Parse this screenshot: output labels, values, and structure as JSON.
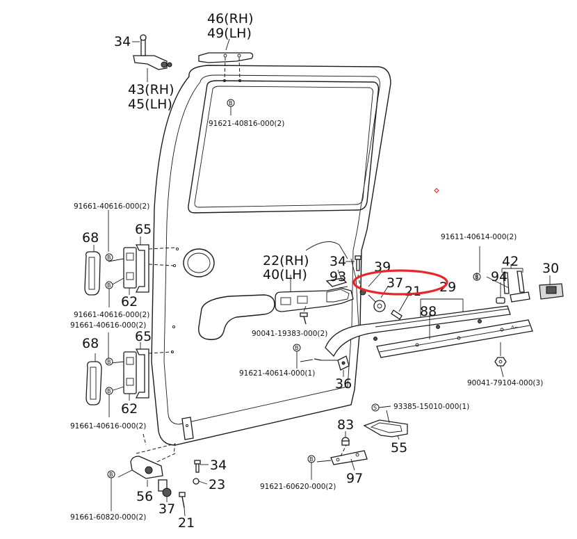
{
  "labels": {
    "l46": "46(RH)",
    "l49": "49(LH)",
    "l34a": "34",
    "l43": "43(RH)",
    "l45": "45(LH)",
    "pn_91621_40816": "91621-40816-000(2)",
    "pn_91661_40616_a": "91661-40616-000(2)",
    "l68a": "68",
    "l65a": "65",
    "l62a": "62",
    "pn_91661_40616_b": "91661-40616-000(2)",
    "pn_91661_40616_c": "91661-40616-000(2)",
    "l68b": "68",
    "l65b": "65",
    "l62b": "62",
    "pn_91661_40616_d": "91661-40616-000(2)",
    "l22": "22(RH)",
    "l40": "40(LH)",
    "l34b": "34",
    "l93": "93",
    "l39": "39",
    "l37a": "37",
    "l21a": "21",
    "l29": "29",
    "pn_90041_19383": "90041-19383-000(2)",
    "pn_91621_40614": "91621-40614-000(1)",
    "l36": "36",
    "pn_91611_40614": "91611-40614-000(2)",
    "l42": "42",
    "l30": "30",
    "l94": "94",
    "l88": "88",
    "pn_90041_79104": "90041-79104-000(3)",
    "pn_93385_15010": "93385-15010-000(1)",
    "l55": "55",
    "l83": "83",
    "pn_91621_60620": "91621-60620-000(2)",
    "l97": "97",
    "l34c": "34",
    "l23": "23",
    "l56": "56",
    "l37b": "37",
    "l21b": "21",
    "pn_91661_60820": "91661-60820-000(2)",
    "b": "B",
    "s": "S"
  },
  "colors": {
    "highlight": "#e8262b",
    "line": "#1a1a1a",
    "marker": "#e8262b"
  }
}
